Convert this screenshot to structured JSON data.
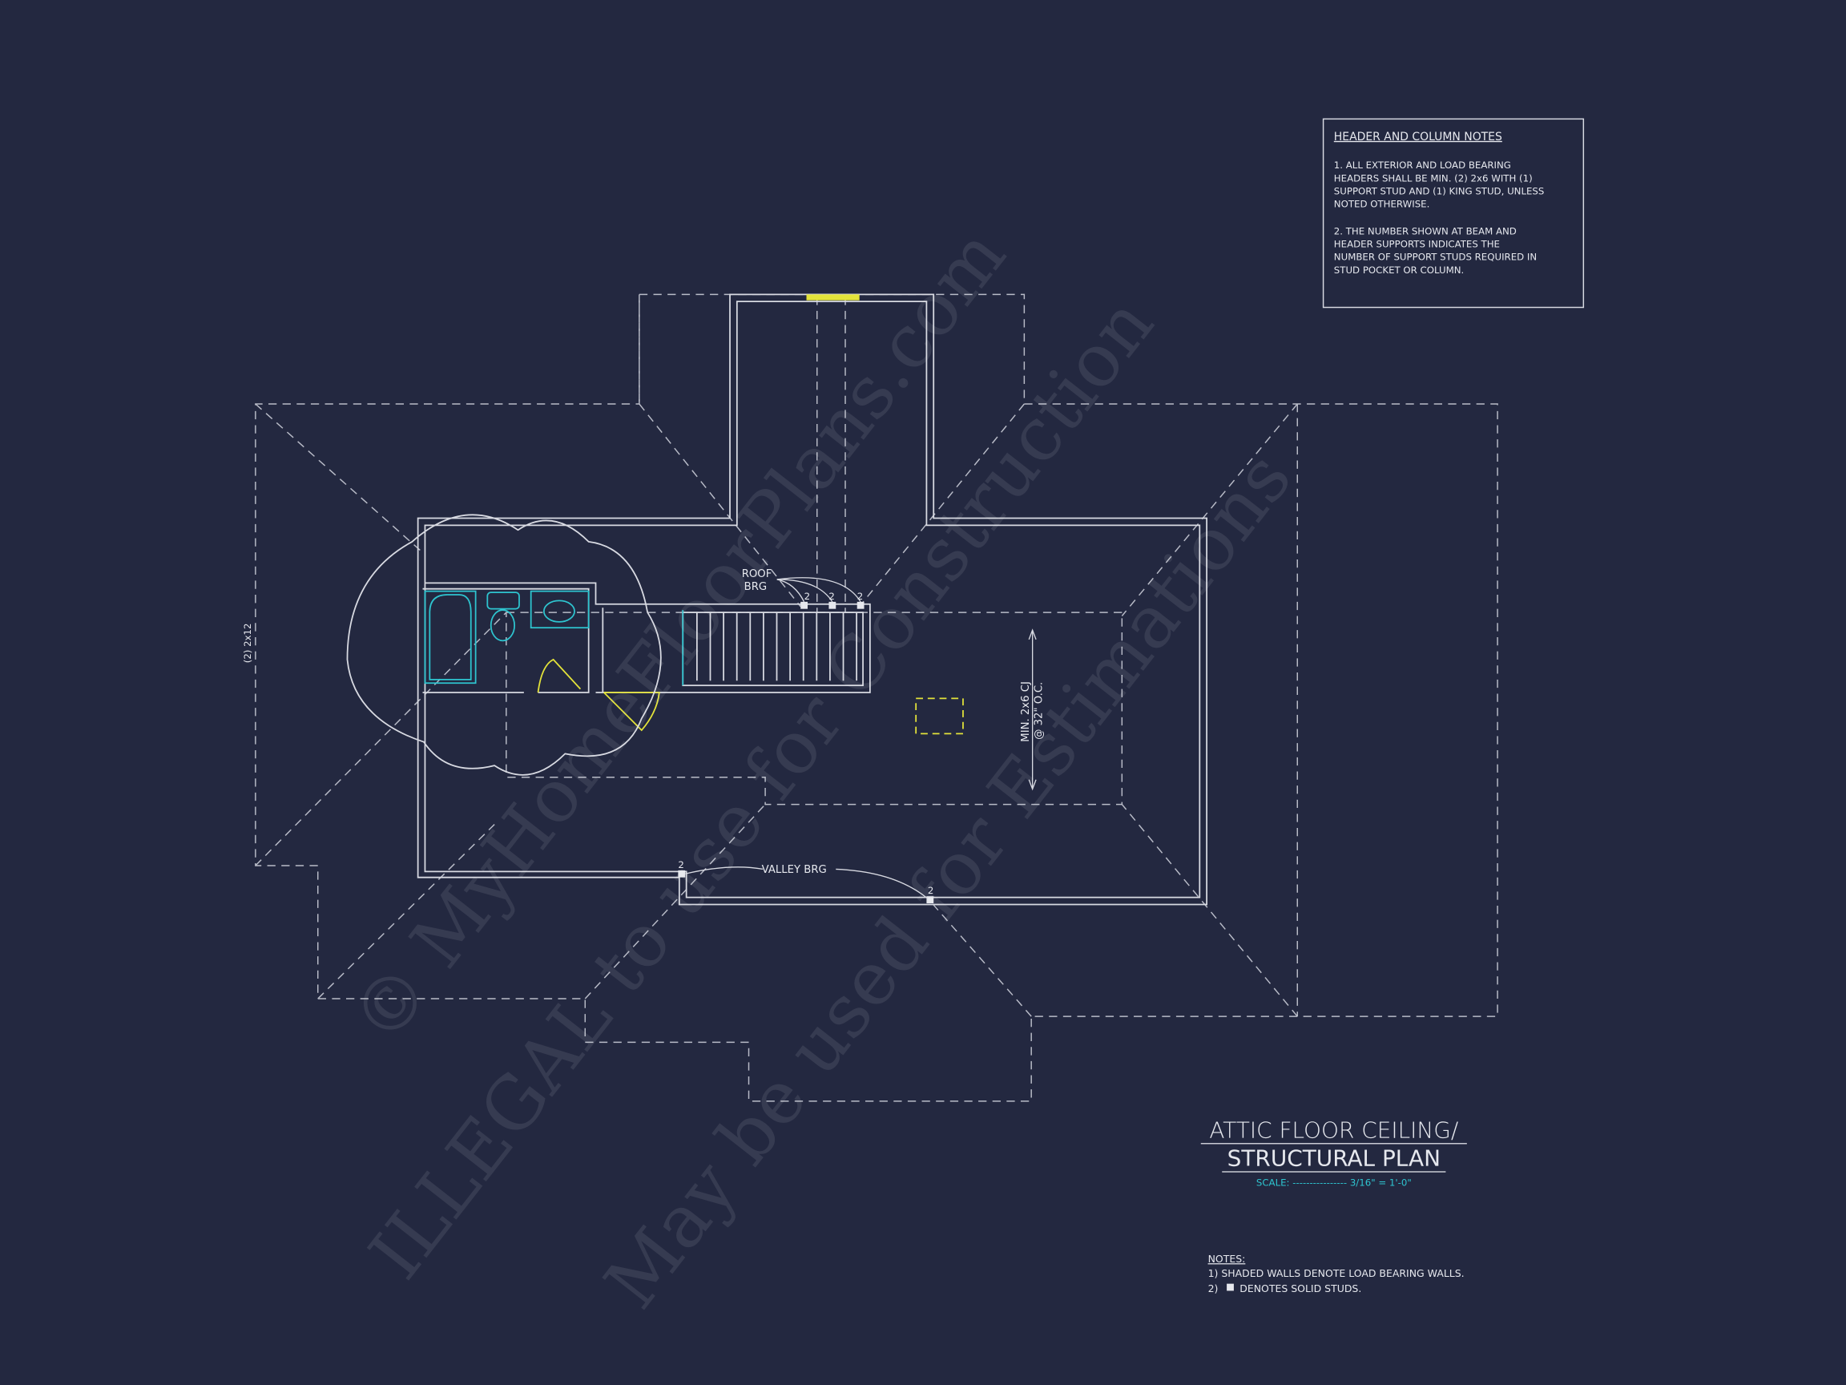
{
  "header_notes": {
    "title": "HEADER AND COLUMN NOTES",
    "lines": [
      "1. ALL EXTERIOR AND LOAD BEARING",
      "HEADERS SHALL BE MIN. (2) 2x6 WITH (1)",
      "SUPPORT STUD AND (1) KING STUD, UNLESS",
      "NOTED OTHERWISE.",
      "2. THE NUMBER SHOWN AT BEAM AND",
      "HEADER SUPPORTS INDICATES THE",
      "NUMBER OF SUPPORT STUDS REQUIRED IN",
      "STUD POCKET OR COLUMN."
    ]
  },
  "plan_labels": {
    "roof_brg_1": "ROOF",
    "roof_brg_2": "BRG",
    "stud_counts": [
      "2",
      "2",
      "2",
      "2",
      "2"
    ],
    "valley_brg": "VALLEY BRG",
    "cj_line1": "MIN. 2x6 CJ",
    "cj_line2": "@ 32\" O.C.",
    "beam_label": "(2) 2x12"
  },
  "title_block": {
    "title_line1": "ATTIC FLOOR CEILING/",
    "title_line2": "STRUCTURAL PLAN",
    "scale": "SCALE: ---------------- 3/16\" = 1'-0\""
  },
  "notes": {
    "heading": "NOTES:",
    "line1": "1) SHADED WALLS DENOTE LOAD BEARING WALLS.",
    "line2_prefix": "2)",
    "line2_text": "DENOTES SOLID STUDS."
  },
  "watermark": {
    "line1": "© MyHomeFloorPlans.com",
    "line2": "ILLEGAL to use for Construction",
    "line3": "May be used for Estimations"
  },
  "colors": {
    "background": "#232840",
    "fixtures": "#2ec4cf",
    "doors": "#e3e33a"
  }
}
